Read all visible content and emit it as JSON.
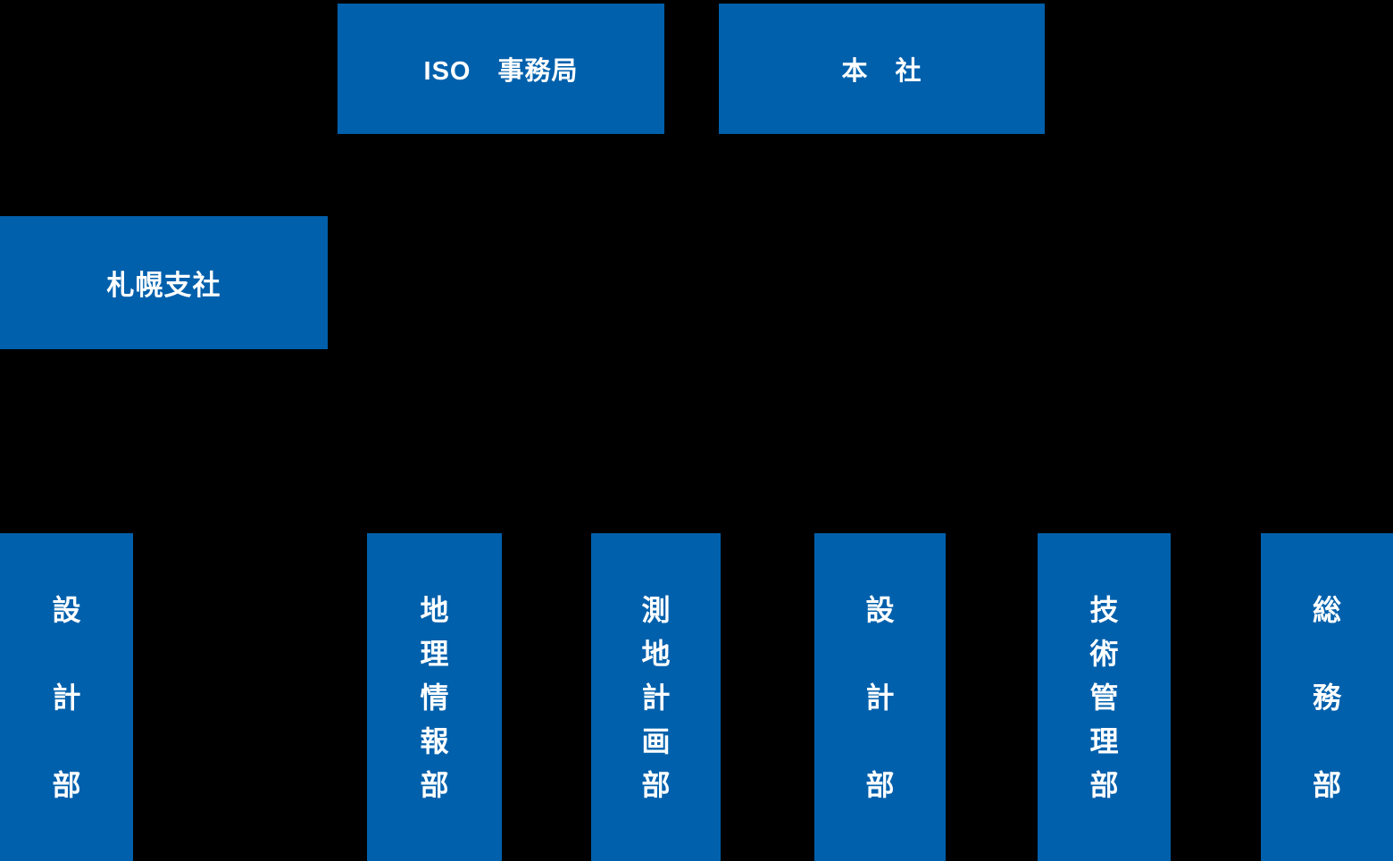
{
  "diagram": {
    "type": "org-chart",
    "language": "ja"
  },
  "colors": {
    "box_fill": "#0060AC",
    "background": "#000000",
    "text": "#FFFFFF"
  },
  "boxes": {
    "iso_office": {
      "label": "ISO　事務局"
    },
    "head_office": {
      "label": "本　社"
    },
    "sapporo_branch": {
      "label": "札幌支社"
    }
  },
  "departments": [
    {
      "name": "設計部",
      "chars": [
        "設",
        "計",
        "部"
      ]
    },
    {
      "name": "地理情報部",
      "chars": [
        "地",
        "理",
        "情",
        "報",
        "部"
      ]
    },
    {
      "name": "測地計画部",
      "chars": [
        "測",
        "地",
        "計",
        "画",
        "部"
      ]
    },
    {
      "name": "設計部",
      "chars": [
        "設",
        "計",
        "部"
      ]
    },
    {
      "name": "技術管理部",
      "chars": [
        "技",
        "術",
        "管",
        "理",
        "部"
      ]
    },
    {
      "name": "総務部",
      "chars": [
        "総",
        "務",
        "部"
      ]
    }
  ]
}
